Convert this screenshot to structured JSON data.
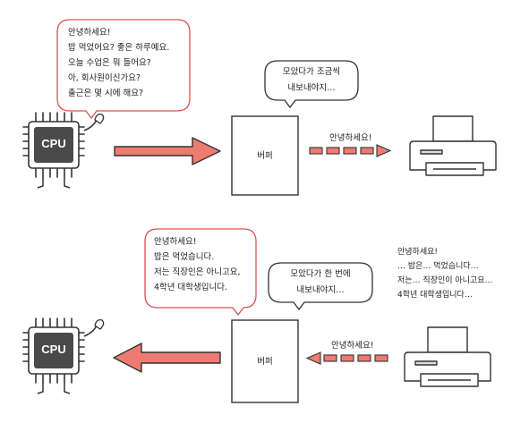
{
  "top": {
    "cpu_label": "CPU",
    "cpu_bubble_lines": [
      "안녕하세요!",
      "밥 먹었어요? 좋은 하루예요.",
      "오늘 수업은 뭐 들어요?",
      "아, 회사원이신가요?",
      "출근은 몇 시에 해요?"
    ],
    "buffer_label": "버퍼",
    "buffer_bubble_lines": [
      "모았다가 조금씩",
      "내보내야지…"
    ],
    "stream_label": "안녕하세요!"
  },
  "bottom": {
    "cpu_label": "CPU",
    "received_bubble_lines": [
      "안녕하세요!",
      "밥은 먹었습니다.",
      "저는 직장인은 아니고요,",
      "4학년 대학생입니다."
    ],
    "buffer_label": "버퍼",
    "buffer_bubble_lines": [
      "모았다가 한 번에",
      "내보내야지…"
    ],
    "stream_label": "안녕하세요!",
    "printer_text_lines": [
      "안녕하세요!",
      "… 밥은… 먹었습니다…",
      "저는… 직장인이 아니고요…",
      "4학년 대학생입니다…"
    ]
  },
  "colors": {
    "arrow_fill": "#ee7b72",
    "bubble_red": "#d9534f",
    "chip_dark": "#4a4a4a",
    "stroke": "#333333"
  }
}
